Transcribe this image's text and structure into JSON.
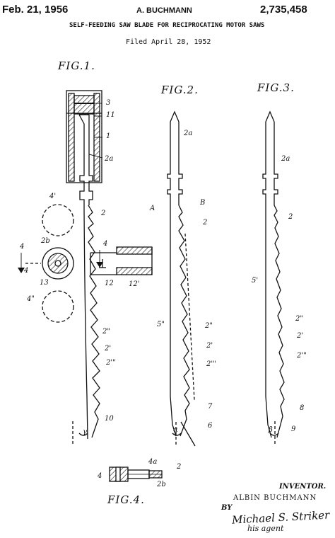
{
  "header": {
    "date": "Feb. 21, 1956",
    "inventor_name": "A. BUCHMANN",
    "patent_number": "2,735,458",
    "title": "SELF-FEEDING SAW BLADE FOR RECIPROCATING MOTOR SAWS",
    "filed": "Filed April 28, 1952"
  },
  "figures": {
    "fig1": {
      "label": "FIG.1.",
      "refs": [
        "3",
        "11",
        "1",
        "2a",
        "4'",
        "2",
        "2b",
        "4",
        "4",
        "13",
        "4\"",
        "4",
        "12",
        "12'",
        "2\"",
        "2'",
        "2'\"",
        "10",
        "γ"
      ]
    },
    "fig2": {
      "label": "FIG.2.",
      "refs": [
        "2a",
        "A",
        "B",
        "2",
        "5\"",
        "2\"",
        "2'",
        "2'\"",
        "7",
        "6",
        "α"
      ]
    },
    "fig3": {
      "label": "FIG.3.",
      "refs": [
        "2a",
        "2",
        "5'",
        "2\"",
        "2'",
        "2'\"",
        "8",
        "9",
        "β"
      ]
    },
    "fig4": {
      "label": "FIG.4.",
      "refs": [
        "4a",
        "2",
        "4",
        "2b"
      ]
    }
  },
  "inventor_block": {
    "heading": "INVENTOR.",
    "name": "ALBIN BUCHMANN",
    "by": "BY",
    "signature": "Michael S. Striker",
    "signature_suffix": "his agent"
  }
}
